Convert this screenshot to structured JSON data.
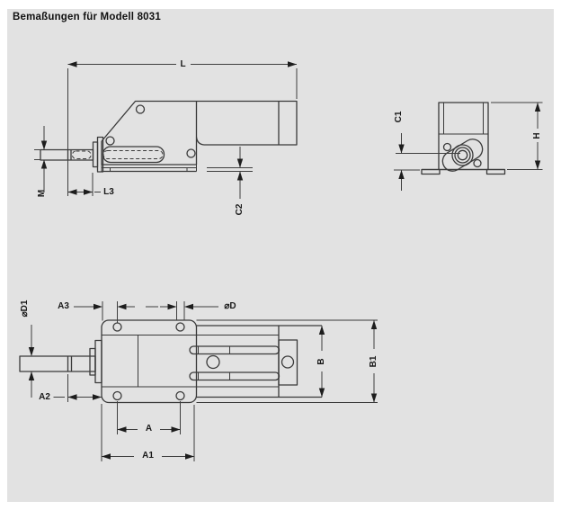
{
  "title": "Bemaßungen für Modell 8031",
  "model": "8031",
  "dims": {
    "L": "L",
    "M": "M",
    "L3": "L3",
    "C2": "C2",
    "C1": "C1",
    "H": "H",
    "A3": "A3",
    "dia_d": "⌀D",
    "dia_d1": "⌀D1",
    "A2": "A2",
    "A": "A",
    "A1": "A1",
    "B": "B",
    "B1": "B1"
  },
  "colors": {
    "panel_background": "#e2e2e2",
    "line": "#3a3a3a",
    "text": "#111111"
  }
}
